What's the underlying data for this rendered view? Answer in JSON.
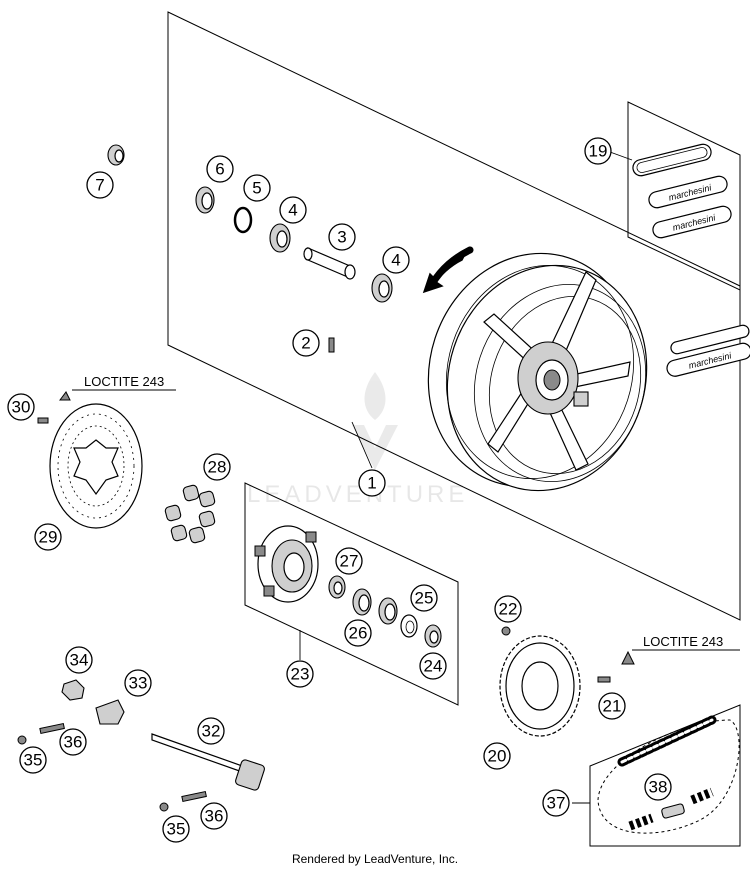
{
  "diagram": {
    "callouts": [
      "1",
      "2",
      "3",
      "4",
      "4",
      "5",
      "6",
      "7",
      "19",
      "20",
      "21",
      "22",
      "23",
      "24",
      "25",
      "26",
      "27",
      "28",
      "29",
      "30",
      "32",
      "33",
      "34",
      "35",
      "35",
      "36",
      "36",
      "37",
      "38"
    ],
    "loctite_left": "LOCTITE 243",
    "loctite_right": "LOCTITE 243",
    "rim_brand": "marchesini",
    "watermark": "LEADVENTURE"
  },
  "footer": {
    "text": "Rendered by LeadVenture, Inc."
  }
}
